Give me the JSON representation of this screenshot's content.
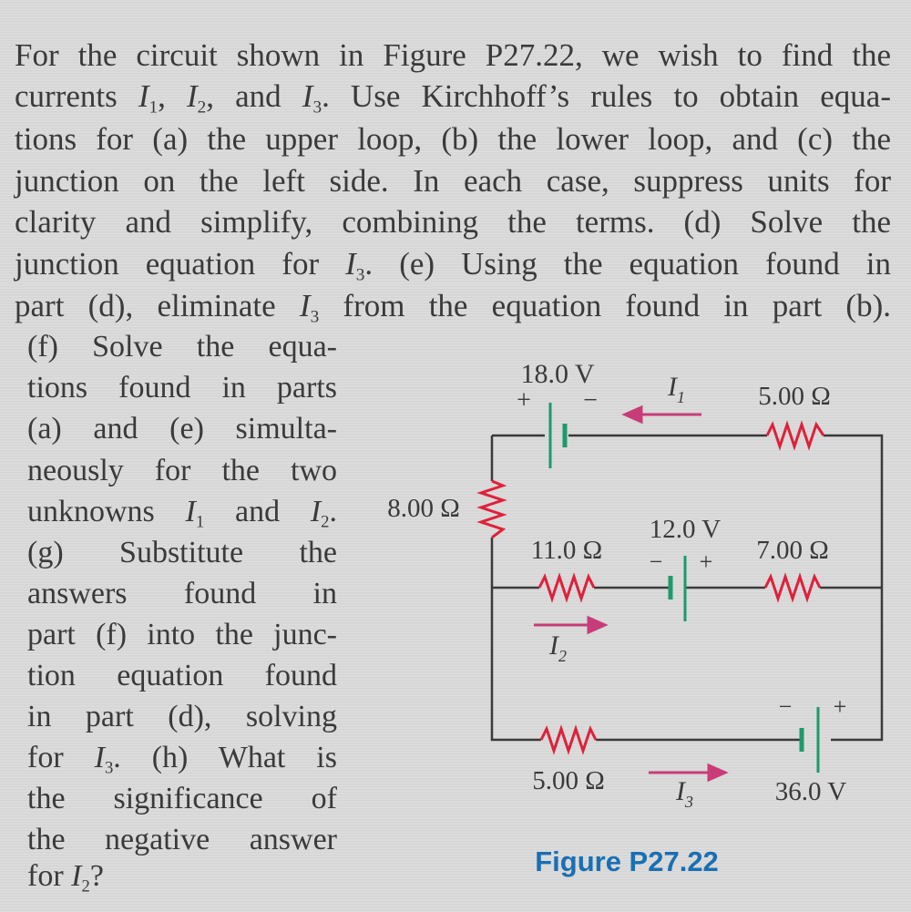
{
  "problem": {
    "line1": "For the circuit shown in Figure P27.22, we wish to find the",
    "line2a": "currents ",
    "line2b": ", ",
    "line2c": ", and ",
    "line2d": ". Use Kirchhoff’s rules to obtain equa-",
    "line3": "tions for (a) the upper loop, (b) the lower loop, and (c) the",
    "line4": "junction on the left side. In each case, suppress units for",
    "line5": "clarity and simplify, combining the terms. (d) Solve the",
    "line6a": "junction equation for ",
    "line6b": ". (e) Using the equation found in",
    "line7a": "part (d), eliminate ",
    "line7b": " from the equation found in part (b).",
    "col1": "(f) Solve the equa-",
    "col2": "tions found in parts",
    "col3": "(a) and (e) simulta-",
    "col4": "neously for the two",
    "col5a": "unknowns ",
    "col5b": " and ",
    "col5c": ".",
    "col6": "(g) Substitute the",
    "col7": "answers found in",
    "col8": "part (f) into the junc-",
    "col9": "tion equation found",
    "col10": "in part (d), solving",
    "col11a": "for ",
    "col11b": ". (h) What is",
    "col12": "the significance of",
    "col13": "the negative answer",
    "col14a": "for ",
    "col14b": "?"
  },
  "symbols": {
    "I": "I",
    "sub1": "1",
    "sub2": "2",
    "sub3": "3"
  },
  "circuit": {
    "battery_top": {
      "voltage": "18.0 V",
      "plus": "+",
      "minus": "−"
    },
    "battery_mid": {
      "voltage": "12.0 V",
      "plus": "+",
      "minus": "−"
    },
    "battery_bot": {
      "voltage": "36.0 V",
      "plus": "+",
      "minus": "−"
    },
    "r_top": "5.00 Ω",
    "r_left": "8.00 Ω",
    "r_mid_left": "11.0 Ω",
    "r_mid_right": "7.00 Ω",
    "r_bottom": "5.00 Ω",
    "current_labels": [
      "1",
      "2",
      "3"
    ],
    "figure_caption": "Figure P27.22"
  },
  "colors": {
    "wire": "#3a3a3c",
    "resistor": "#e0203a",
    "battery": "#1c9a6c",
    "arrow": "#c83c78",
    "caption": "#1a6fb4",
    "text": "#3a3a3c"
  }
}
